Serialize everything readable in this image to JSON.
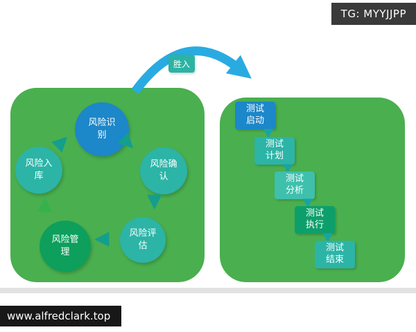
{
  "badges": {
    "tg": "TG: MYYJJPP",
    "site": "www.alfredclark.top"
  },
  "connector": {
    "label": "胜入",
    "label_color": "#2db3a4",
    "arc_color": "#29abe2",
    "arrow_glyph": "▲"
  },
  "panels": {
    "color": "#4aaf4f"
  },
  "cycle": {
    "arrow_glyph": "▲",
    "nodes": [
      {
        "label": "风险识别",
        "color": "#1c87c9"
      },
      {
        "label": "风险确认",
        "color": "#2cb4a7"
      },
      {
        "label": "风险评估",
        "color": "#2cb4a7"
      },
      {
        "label": "风险管理",
        "color": "#0d9f5b"
      },
      {
        "label": "风险入库",
        "color": "#2cb4a7"
      }
    ],
    "arrows": [
      {
        "dir": "up-right",
        "color": "#149e8e"
      },
      {
        "dir": "down-right",
        "color": "#149e8e"
      },
      {
        "dir": "down",
        "color": "#149e8e"
      },
      {
        "dir": "left",
        "color": "#149e8e"
      },
      {
        "dir": "up",
        "color": "#35b24b"
      }
    ]
  },
  "flow": {
    "arrow_glyph": "▼",
    "arrow_color": "#1aa4a0",
    "steps": [
      {
        "label": "测试启动",
        "color": "#1c87c9"
      },
      {
        "label": "测试计划",
        "color": "#2cb4a7"
      },
      {
        "label": "测试分析",
        "color": "#3fc0ad"
      },
      {
        "label": "测试执行",
        "color": "#0d9f6b"
      },
      {
        "label": "测试结束",
        "color": "#2cb4a7"
      }
    ]
  }
}
